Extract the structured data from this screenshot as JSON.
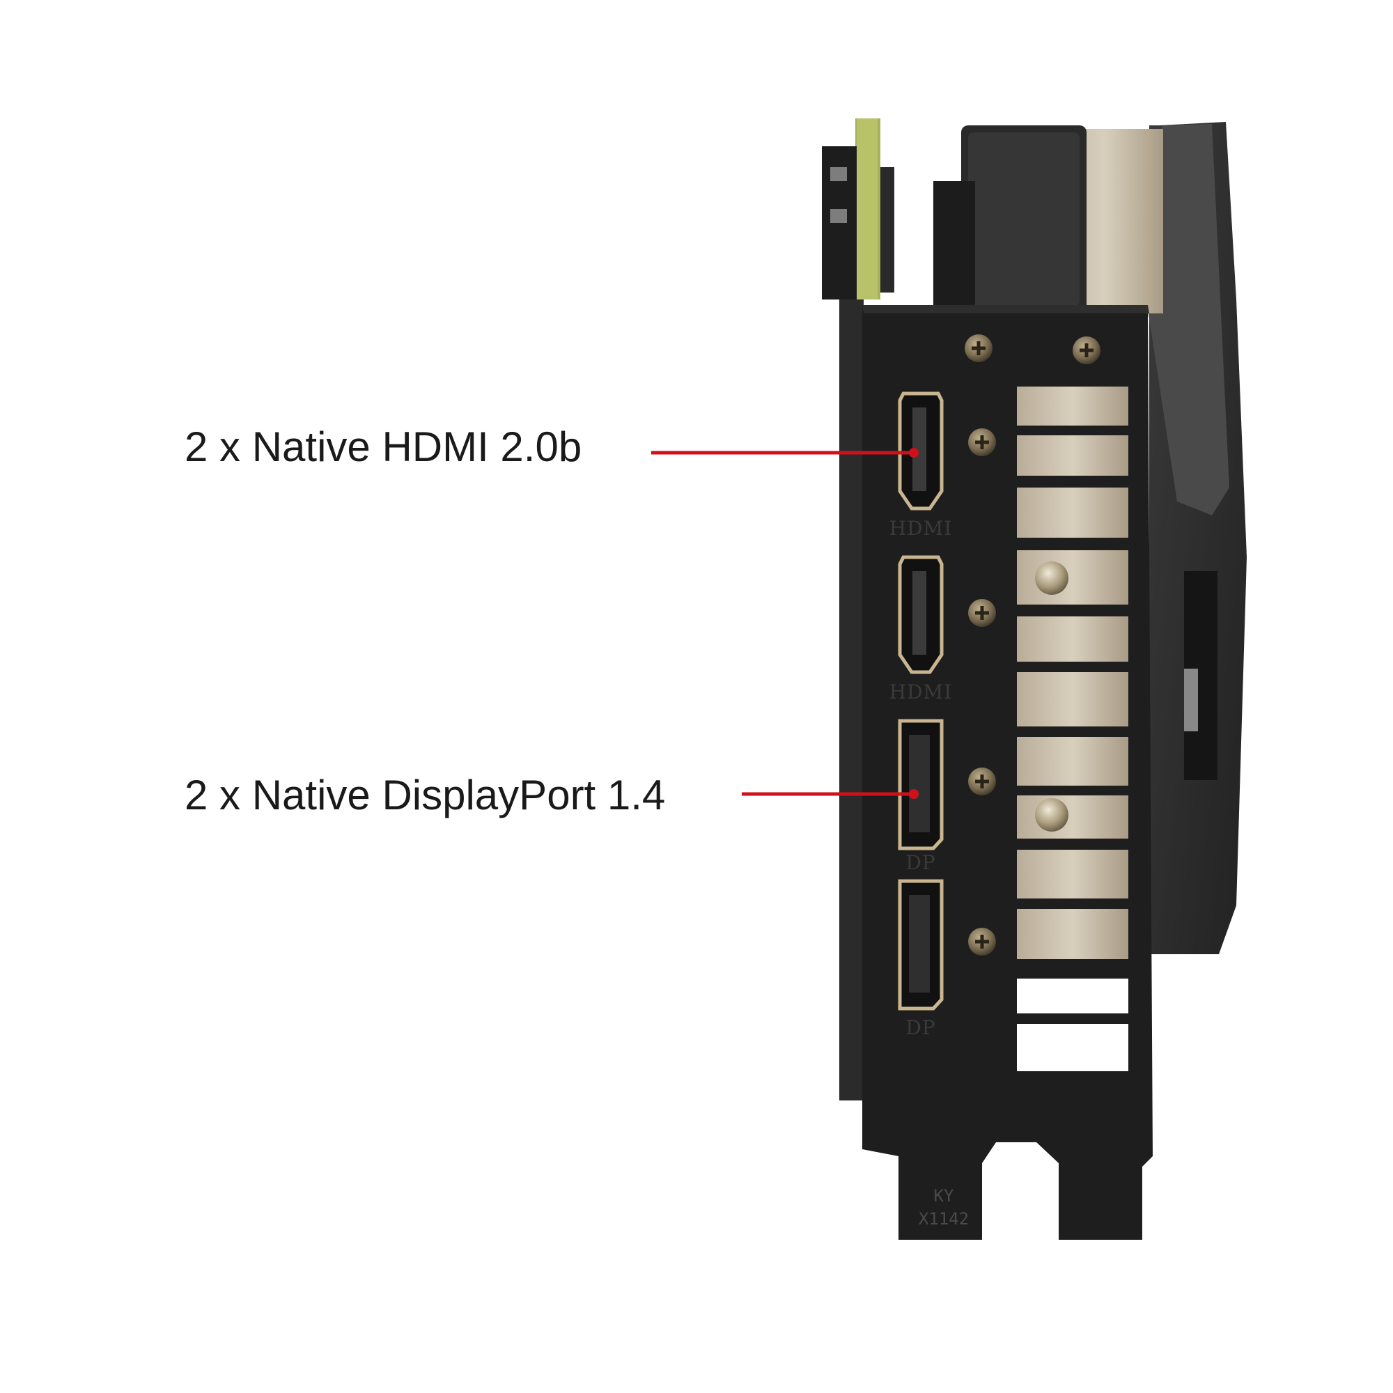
{
  "callouts": {
    "hdmi": "2 x Native HDMI 2.0b",
    "displayport": "2 x Native DisplayPort 1.4"
  },
  "port_labels": {
    "hdmi_1": "HDMI",
    "hdmi_2": "HDMI",
    "dp_1": "DP",
    "dp_2": "DP"
  },
  "bracket_stamp": {
    "line1": "KY",
    "line2": "X1142"
  },
  "colors": {
    "callout_line": "#d0101a",
    "bracket": "#1e1e1e",
    "connector_rim": "#c9b690",
    "pcb": "#a7b257"
  }
}
